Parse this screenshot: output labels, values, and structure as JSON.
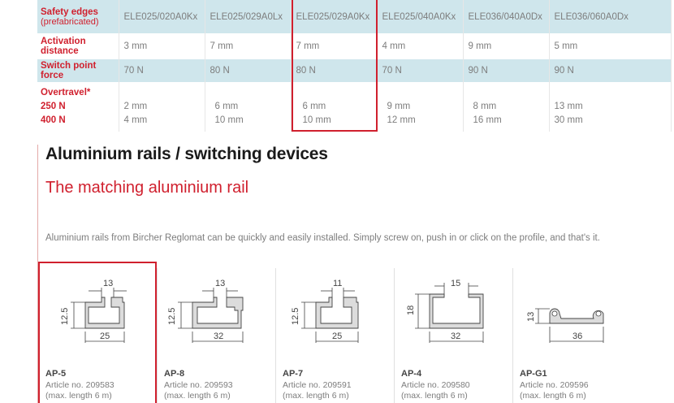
{
  "table": {
    "rows": [
      {
        "label": "Safety edges",
        "sublabel": "(prefabricated)",
        "cells": [
          "ELE025/020A0Kx",
          "ELE025/029A0Lx",
          "ELE025/029A0Kx",
          "ELE025/040A0Kx",
          "ELE036/040A0Dx",
          "ELE036/060A0Dx"
        ]
      },
      {
        "label": "Activation distance",
        "cells": [
          "3 mm",
          "7 mm",
          "7 mm",
          "4 mm",
          "9 mm",
          "5 mm"
        ]
      },
      {
        "label": "Switch point force",
        "cells": [
          "70 N",
          "80 N",
          "80 N",
          "70 N",
          "90 N",
          "90 N"
        ]
      },
      {
        "label": "Overtravel*",
        "sub1": "250 N",
        "sub2": "400 N",
        "cells": [
          [
            "2 mm",
            "4 mm"
          ],
          [
            "6 mm",
            "10 mm"
          ],
          [
            "6 mm",
            "10 mm"
          ],
          [
            "9 mm",
            "12 mm"
          ],
          [
            "8 mm",
            "16 mm"
          ],
          [
            "13 mm",
            "30 mm"
          ]
        ]
      }
    ]
  },
  "section": {
    "title": "Aluminium rails / switching devices",
    "subtitle": "The matching aluminium rail",
    "intro": "Aluminium rails from Bircher Reglomat can be quickly and easily installed. Simply screw on, push in or click on the profile, and that's it."
  },
  "rails": [
    {
      "name": "AP-5",
      "article": "Article no. 209583",
      "length": "(max. length 6 m)",
      "dims": {
        "top": "13",
        "side": "12.5",
        "bottom": "25"
      }
    },
    {
      "name": "AP-8",
      "article": "Article no. 209593",
      "length": "(max. length 6 m)",
      "dims": {
        "top": "13",
        "side": "12.5",
        "bottom": "32"
      }
    },
    {
      "name": "AP-7",
      "article": "Article no. 209591",
      "length": "(max. length 6 m)",
      "dims": {
        "top": "11",
        "side": "12.5",
        "bottom": "25"
      }
    },
    {
      "name": "AP-4",
      "article": "Article no. 209580",
      "length": "(max. length 6 m)",
      "dims": {
        "top": "15",
        "side": "18",
        "bottom": "32"
      }
    },
    {
      "name": "AP-G1",
      "article": "Article no. 209596",
      "length": "(max. length 6 m)",
      "dims": {
        "side": "13",
        "bottom": "36"
      }
    }
  ],
  "colors": {
    "accent": "#d0202e",
    "row_highlight": "#cfe6ec"
  }
}
